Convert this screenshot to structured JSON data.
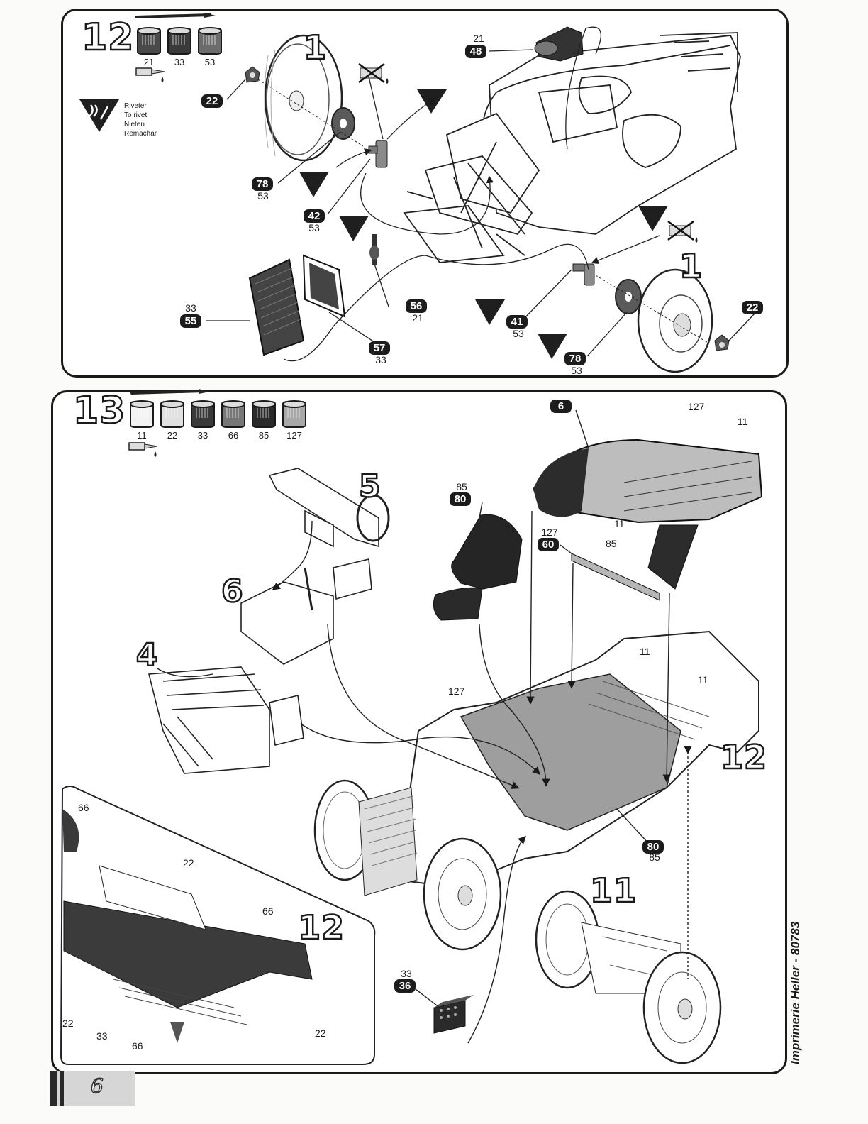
{
  "page": {
    "number": "6",
    "printer_credit": "Imprimerie Heller - 80783"
  },
  "legend": {
    "rivet": [
      "Riveter",
      "To rivet",
      "Nieten",
      "Remachar"
    ]
  },
  "step12": {
    "step_number": "12",
    "paints": [
      "21",
      "33",
      "53"
    ],
    "parts": [
      {
        "part": "1"
      },
      {
        "part": "1"
      },
      {
        "part": "22"
      },
      {
        "part": "22"
      },
      {
        "part": "48",
        "paint": "21"
      },
      {
        "part": "78",
        "paint": "53"
      },
      {
        "part": "78",
        "paint": "53"
      },
      {
        "part": "42",
        "paint": "53"
      },
      {
        "part": "41",
        "paint": "53"
      },
      {
        "part": "55",
        "paint": "33"
      },
      {
        "part": "56",
        "paint": "21"
      },
      {
        "part": "57",
        "paint": "33"
      }
    ]
  },
  "step13": {
    "step_number": "13",
    "paints": [
      "11",
      "22",
      "33",
      "66",
      "85",
      "127"
    ],
    "parts": [
      {
        "part": "6"
      },
      {
        "part": "80",
        "paint": "85"
      },
      {
        "part": "80",
        "paint": "85"
      },
      {
        "part": "60",
        "paint": "127"
      },
      {
        "part": "36",
        "paint": "33"
      }
    ],
    "assembly_refs": [
      "5",
      "6",
      "4",
      "12",
      "11",
      "12"
    ],
    "color_callouts": [
      "127",
      "11",
      "11",
      "85",
      "85",
      "11",
      "11",
      "127"
    ],
    "inset_callouts": [
      "66",
      "22",
      "66",
      "22",
      "33",
      "66",
      "22"
    ]
  }
}
